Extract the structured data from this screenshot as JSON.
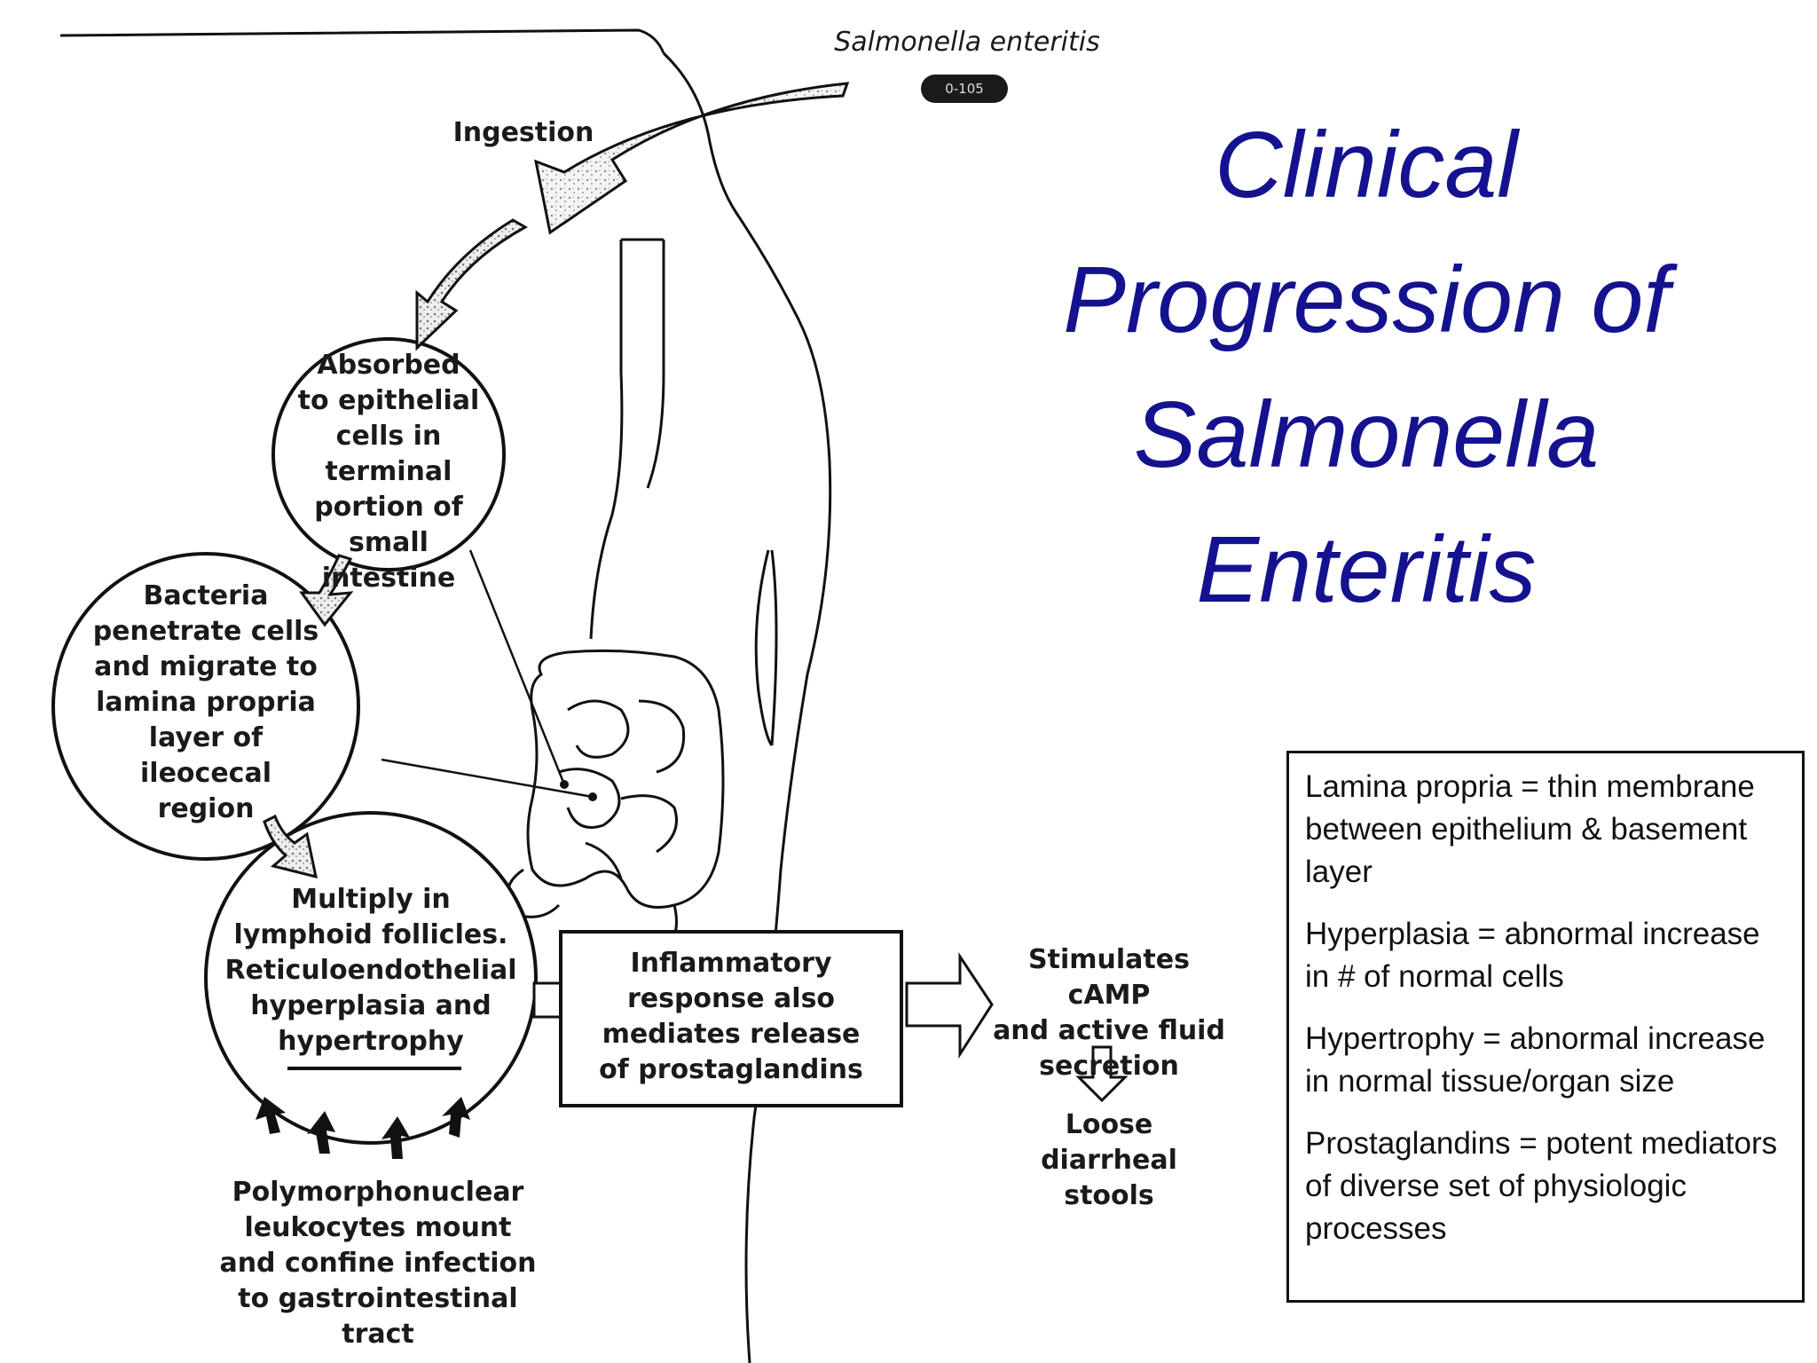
{
  "organism_label": "Salmonella enteritis",
  "organism_badge": "0-105",
  "ingestion_label": "Ingestion",
  "title_lines": [
    "Clinical",
    "Progression  of",
    "Salmonella",
    "Enteritis"
  ],
  "stages": {
    "absorbed": [
      "Absorbed",
      "to epithelial",
      "cells in terminal",
      "portion of",
      "small",
      "intestine"
    ],
    "penetrate": [
      "Bacteria",
      "penetrate cells",
      "and migrate to",
      "lamina propria",
      "layer of",
      "ileocecal",
      "region"
    ],
    "multiply": [
      "Multiply in",
      "lymphoid follicles.",
      "Reticuloendothelial",
      "hyperplasia and",
      "hypertrophy"
    ]
  },
  "inflammatory_box": [
    "Inflammatory",
    "response also",
    "mediates release",
    "of prostaglandins"
  ],
  "camp_text": [
    "Stimulates cAMP",
    "and active fluid",
    "secretion"
  ],
  "stools_text": [
    "Loose diarrheal",
    "stools"
  ],
  "pmn_text": [
    "Polymorphonuclear",
    "leukocytes mount",
    "and confine infection",
    "to gastrointestinal",
    "tract"
  ],
  "glossary": [
    "Lamina propria = thin membrane between epithelium & basement layer",
    "Hyperplasia = abnormal increase in # of normal cells",
    "Hypertrophy = abnormal increase in normal tissue/organ size",
    "Prostaglandins = potent mediators of diverse set of physiologic processes"
  ]
}
